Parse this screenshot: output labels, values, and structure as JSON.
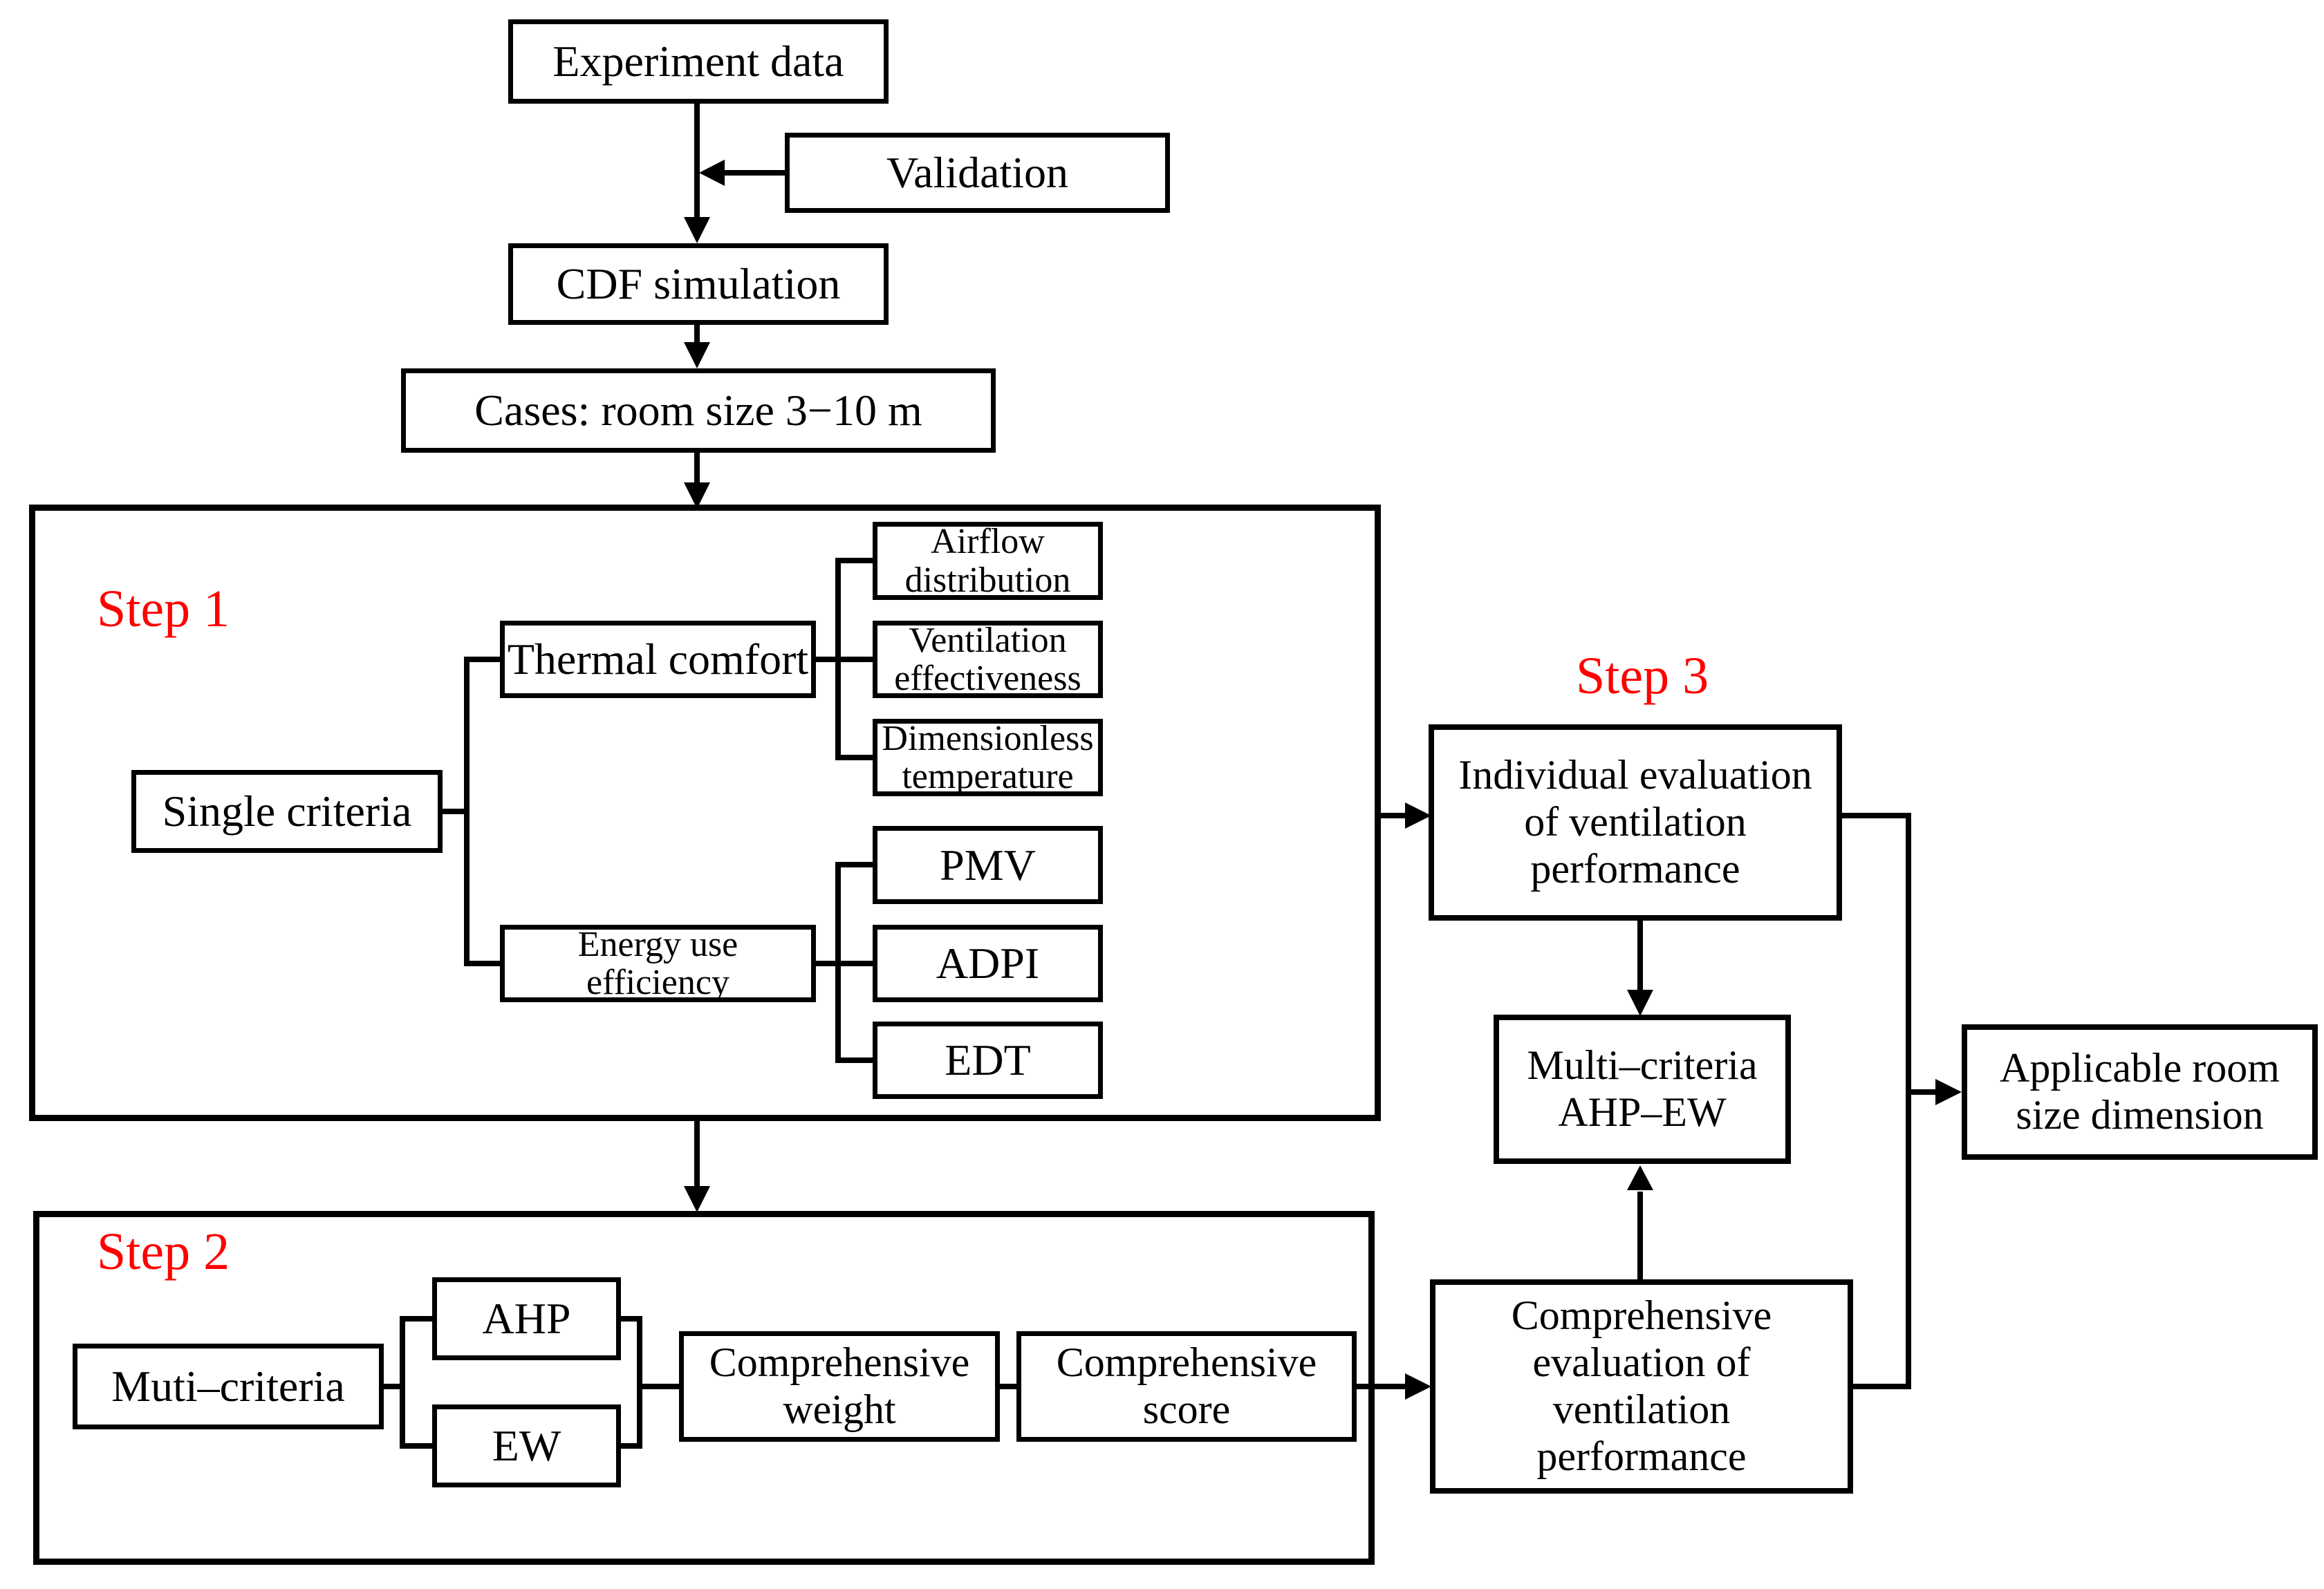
{
  "colors": {
    "step_label_red": "#FF0000",
    "line_black": "#000000",
    "background": "#FFFFFF"
  },
  "flow": {
    "experiment_data": "Experiment data",
    "validation": "Validation",
    "cdf_simulation": "CDF simulation",
    "cases": "Cases: room size 3−10 m"
  },
  "step1": {
    "label": "Step 1",
    "single_criteria": "Single criteria",
    "thermal_comfort": "Thermal comfort",
    "energy_use_efficiency": "Energy use efficiency",
    "thermal_sub": [
      "Airflow distribution",
      "Ventilation effectiveness",
      "Dimensionless temperature"
    ],
    "energy_sub": [
      "PMV",
      "ADPI",
      "EDT"
    ]
  },
  "step2": {
    "label": "Step 2",
    "muti_criteria": "Muti–criteria",
    "ahp": "AHP",
    "ew": "EW",
    "comprehensive_weight": "Comprehensive weight",
    "comprehensive_score": "Comprehensive score"
  },
  "step3": {
    "label": "Step 3",
    "individual_evaluation": "Individual evaluation of ventilation performance",
    "multi_criteria_ahp_ew": "Multi–criteria AHP–EW",
    "comprehensive_evaluation": "Comprehensive evaluation of ventilation performance",
    "applicable_room_size": "Applicable room size dimension"
  }
}
